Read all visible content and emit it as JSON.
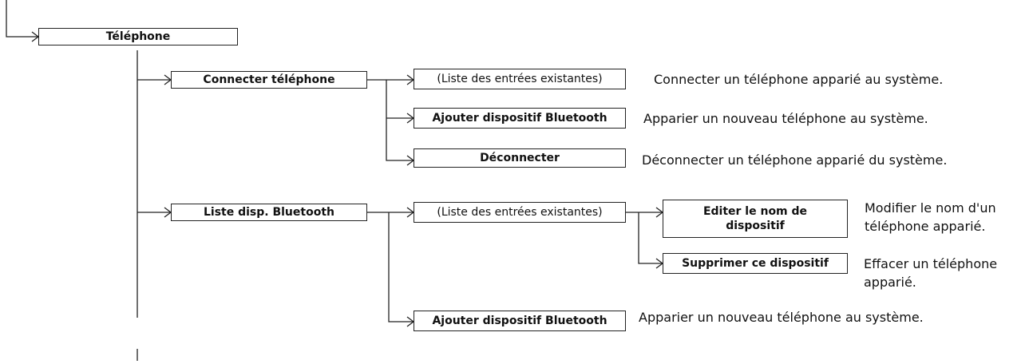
{
  "menu": {
    "root": "Téléphone",
    "connect_phone": {
      "label": "Connecter téléphone",
      "existing": "(Liste des entrées existantes)",
      "existing_desc": "Connecter un téléphone apparié au système.",
      "add_bt": "Ajouter dispositif Bluetooth",
      "add_bt_desc": "Apparier un nouveau téléphone au système.",
      "disconnect": "Déconnecter",
      "disconnect_desc": "Déconnecter un téléphone apparié du système."
    },
    "bt_list": {
      "label": "Liste disp. Bluetooth",
      "existing": "(Liste des entrées existantes)",
      "edit_name_line1": "Editer le nom de",
      "edit_name_line2": "dispositif",
      "edit_name_desc_line1": "Modifier le nom d'un",
      "edit_name_desc_line2": "téléphone apparié.",
      "delete": "Supprimer ce dispositif",
      "delete_desc_line1": "Effacer un téléphone",
      "delete_desc_line2": "apparié.",
      "add_bt": "Ajouter dispositif Bluetooth",
      "add_bt_desc": "Apparier un nouveau téléphone au système."
    }
  }
}
